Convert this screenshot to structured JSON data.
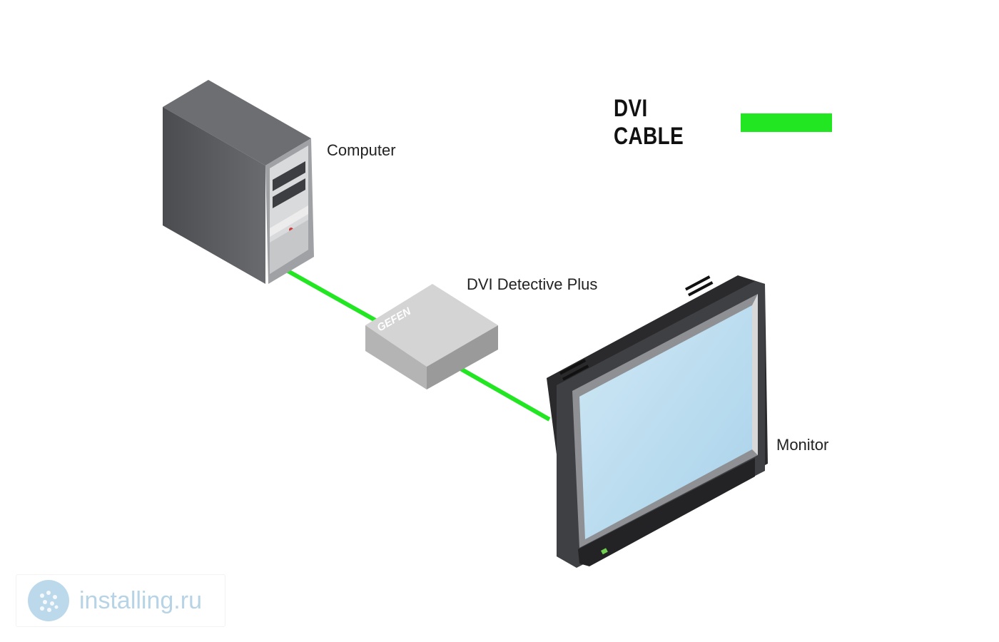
{
  "legend": {
    "label": "DVI CABLE",
    "cable_color": "#22e622"
  },
  "devices": {
    "computer": {
      "label": "Computer"
    },
    "detective": {
      "label": "DVI Detective Plus",
      "brand": "GEFEN"
    },
    "monitor": {
      "label": "Monitor"
    }
  },
  "watermark": {
    "text": "installing.ru"
  },
  "colors": {
    "cable": "#22e622",
    "tower": "#5a5b5e",
    "box": "#c8c8c8",
    "screen": "#b9dcef",
    "watermark": "#b7d3e6"
  }
}
